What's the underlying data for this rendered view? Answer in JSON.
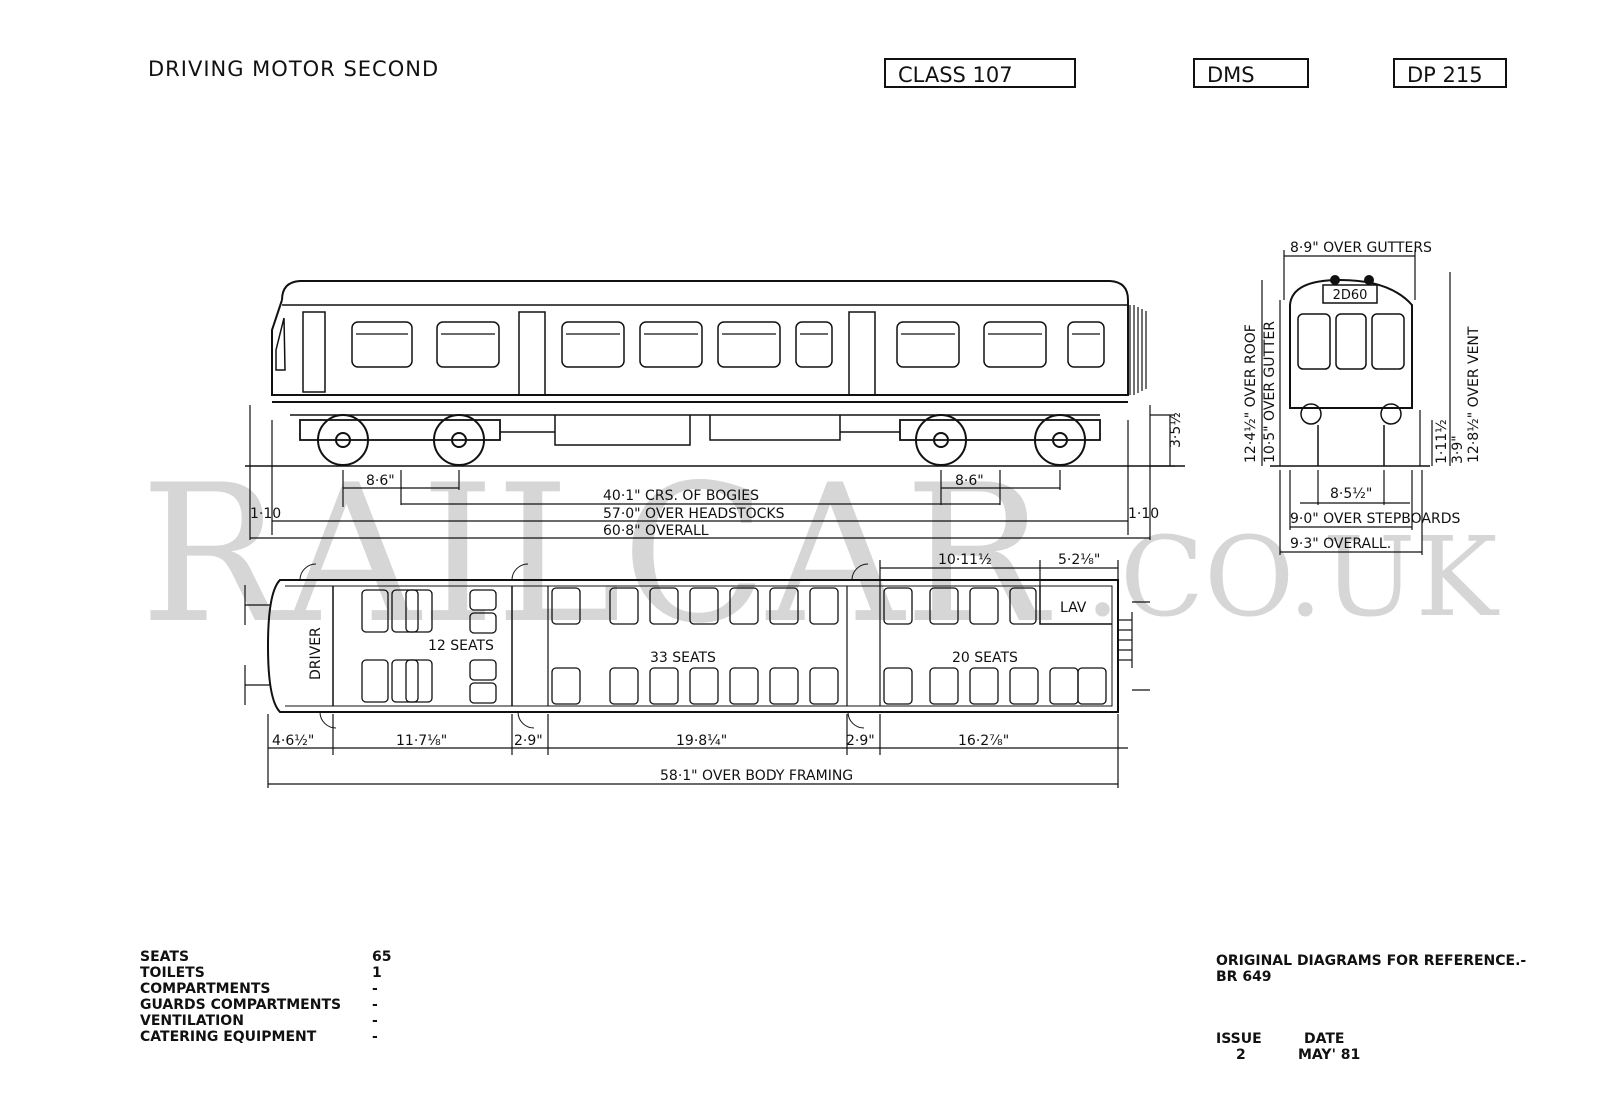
{
  "header": {
    "title": "DRIVING MOTOR SECOND",
    "class_box": "CLASS 107",
    "type_box": "DMS",
    "diagram_box": "DP 215"
  },
  "watermark": {
    "main": "RAILCAR",
    "suffix": ".CO.UK"
  },
  "side_view": {
    "dims": {
      "bogie_wheelbase_left": "8·6\"",
      "bogie_wheelbase_right": "8·6\"",
      "crs_of_bogies": "40·1\" CRS. OF BOGIES",
      "over_headstocks": "57·0\" OVER HEADSTOCKS",
      "overall": "60·8\" OVERALL",
      "end_left": "1·10",
      "end_right": "1·10",
      "floor_height": "3·5½"
    }
  },
  "end_view": {
    "headcode": "2D60",
    "dims": {
      "over_gutters": "8·9\" OVER GUTTERS",
      "over_roof": "12·4½\" OVER ROOF",
      "over_gutter": "10·5\" OVER GUTTER",
      "over_vent": "12·8½\" OVER VENT",
      "bogie_width": "8·5½\"",
      "over_stepboards": "9·0\" OVER STEPBOARDS",
      "overall": "9·3\" OVERALL.",
      "height_small_a": "1·11½",
      "height_small_b": "3·9\""
    }
  },
  "plan_view": {
    "labels": {
      "driver": "DRIVER",
      "seats_1": "12 SEATS",
      "seats_2": "33 SEATS",
      "seats_3": "20 SEATS",
      "lav": "LAV"
    },
    "dims": {
      "top_a": "10·11½",
      "top_b": "5·2⅛\"",
      "seg_1": "4·6½\"",
      "seg_2": "11·7⅛\"",
      "seg_3": "2·9\"",
      "seg_4": "19·8¼\"",
      "seg_5": "2·9\"",
      "seg_6": "16·2⅞\"",
      "body_framing": "58·1\" OVER BODY FRAMING"
    }
  },
  "stats": [
    {
      "label": "SEATS",
      "value": "65"
    },
    {
      "label": "TOILETS",
      "value": "1"
    },
    {
      "label": "COMPARTMENTS",
      "value": "-"
    },
    {
      "label": "GUARDS COMPARTMENTS",
      "value": "-"
    },
    {
      "label": "VENTILATION",
      "value": "-"
    },
    {
      "label": "CATERING EQUIPMENT",
      "value": "-"
    }
  ],
  "reference": {
    "line1": "ORIGINAL DIAGRAMS FOR REFERENCE.-",
    "line2": "BR 649",
    "issue_label": "ISSUE",
    "issue_value": "2",
    "date_label": "DATE",
    "date_value": "MAY' 81"
  }
}
